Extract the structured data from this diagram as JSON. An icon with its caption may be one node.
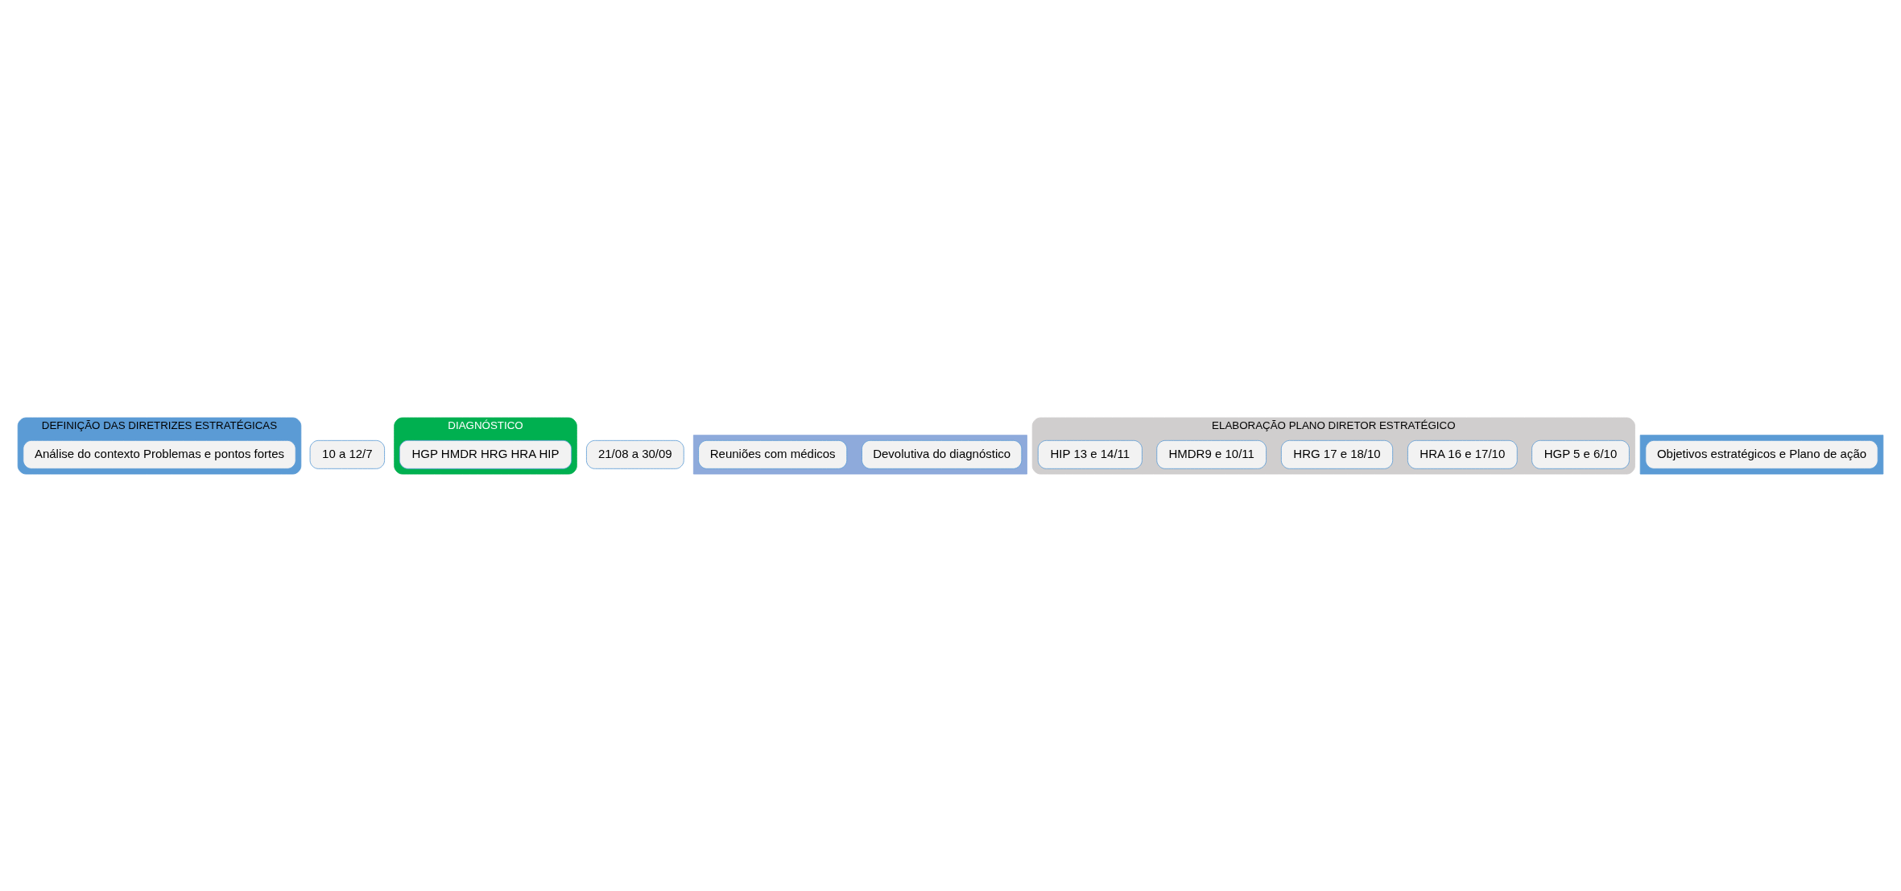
{
  "diagram": {
    "nodes": [
      {
        "text": [
          "DEFINIÇÃO DAS DIRETRIZES ESTRATÉGICAS"
        ]
      },
      {
        "text": [
          "Análise do contexto Problemas e pontos fortes"
        ],
        "in": 0
      },
      {
        "text": [
          "10 a 12/7"
        ]
      },
      {
        "text": [
          "DIAGNÓSTICO"
        ]
      },
      {
        "text": [
          "HGP HMDR HRG HRA HIP"
        ],
        "in": 3
      },
      {
        "text": [
          "21/08 a 30/09"
        ]
      },
      {
        "text": [],
        "shape": "box"
      },
      {
        "text": [
          "Devolutiva do diagnóstico"
        ],
        "in": 6
      },
      {
        "text": [
          "Reuniões com médicos"
        ],
        "in": 6
      },
      {
        "text": [
          "ELABORAÇÃO PLANO DIRETOR ESTRATÉGICO"
        ]
      },
      {
        "text": [
          "HGP 5 e 6/10"
        ],
        "in": 9
      },
      {
        "text": [
          "HRA 16 e 17/10"
        ],
        "in": 9
      },
      {
        "text": [
          "HRG 17 e 18/10"
        ],
        "in": 9
      },
      {
        "text": [
          "HMDR9 e 10/11"
        ],
        "in": 9
      },
      {
        "text": [
          "HIP 13 e 14/11"
        ],
        "in": 9
      },
      {
        "text": [],
        "shape": "box"
      },
      {
        "text": [
          "Objetivos estratégicos e Plano de ação"
        ],
        "in": 15
      }
    ]
  }
}
